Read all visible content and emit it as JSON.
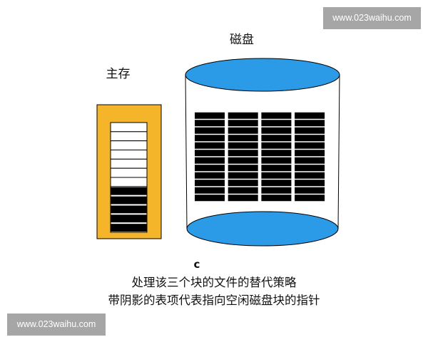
{
  "watermarks": {
    "top_right": "www.023waihu.com",
    "bottom_left": "www.023waihu.com",
    "background": "#a6a6a6",
    "text_color": "#ffffff"
  },
  "memory": {
    "label": "主存",
    "color": "#f5b52b",
    "entries_shaded": [
      false,
      false,
      false,
      false,
      false,
      false,
      false,
      true,
      true,
      true,
      true,
      true
    ]
  },
  "disk": {
    "label": "磁盘",
    "color": "#2b9be8",
    "blocks": [
      {
        "entries_shaded": [
          true,
          true,
          true,
          true,
          true,
          true,
          true,
          true,
          true,
          true,
          true,
          true
        ]
      },
      {
        "entries_shaded": [
          true,
          true,
          true,
          true,
          true,
          true,
          true,
          true,
          true,
          true,
          true,
          true
        ]
      },
      {
        "entries_shaded": [
          true,
          true,
          true,
          true,
          true,
          true,
          true,
          true,
          true,
          true,
          true,
          true
        ]
      },
      {
        "entries_shaded": [
          true,
          true,
          true,
          true,
          true,
          true,
          true,
          true,
          true,
          true,
          true,
          true
        ]
      }
    ]
  },
  "caption": {
    "part_label": "c",
    "line1": "处理该三个块的文件的替代策略",
    "line2": "带阴影的表项代表指向空闲磁盘块的指针"
  },
  "colors": {
    "shaded": "#000000",
    "empty": "#ffffff"
  }
}
